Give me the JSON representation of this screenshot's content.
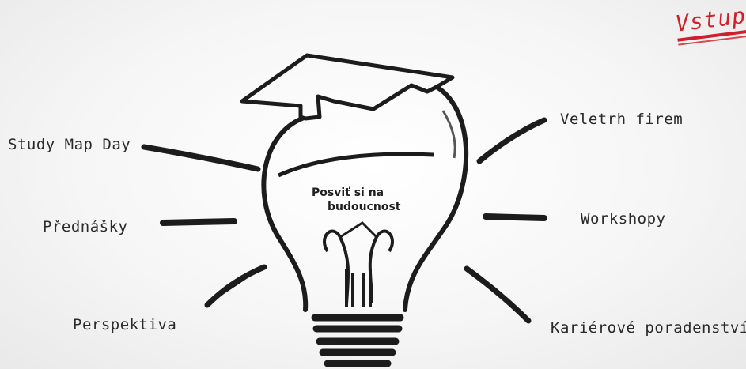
{
  "header": {
    "cta_label": "Vstup"
  },
  "bulb": {
    "line1": "Posviť si na",
    "line2": "budoucnost"
  },
  "nav": {
    "study_map_day": "Study Map Day",
    "prednasky": "Přednášky",
    "perspektiva": "Perspektiva",
    "veletrh_firem": "Veletrh firem",
    "workshopy": "Workshopy",
    "karierove_poradenstvi": "Kariérové poradenství"
  },
  "colors": {
    "accent": "#cf1f2a",
    "ink": "#1c1c1c"
  }
}
